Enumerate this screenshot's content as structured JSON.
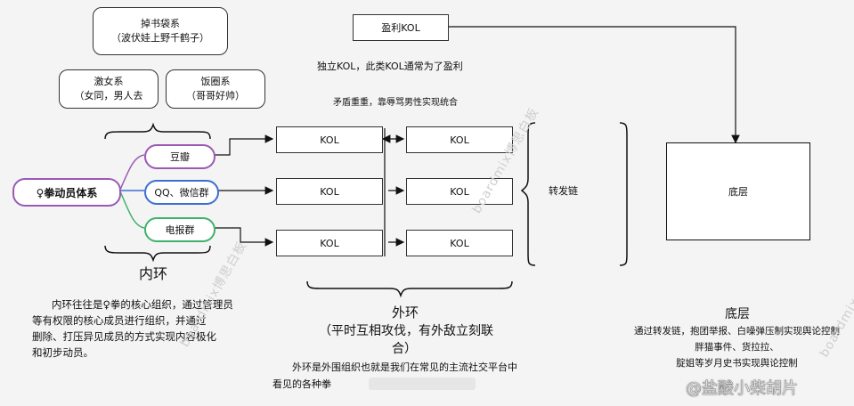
{
  "top_groups": {
    "group1": {
      "title": "掉书袋系",
      "sub": "（波伏娃上野千鹤子）"
    },
    "group2": {
      "title": "激女系",
      "sub": "（女同，男人去"
    },
    "group3": {
      "title": "饭圈系",
      "sub": "（哥哥好帅）"
    }
  },
  "profit_kol": "盈利KOL",
  "independent_note": "独立KOL，此类KOL通常为了盈利",
  "conflict_note": "矛盾重重，靠辱骂男性实现统合",
  "main_node": "♀拳动员体系",
  "channels": [
    "豆瓣",
    "QQ、微信群",
    "电报群"
  ],
  "kol_label": "KOL",
  "relay_label": "转发链",
  "bottom_box": "底层",
  "inner_ring": {
    "title": "内环",
    "desc": [
      "内环往往是♀拳的核心组织，通过管理员",
      "等有权限的核心成员进行组织，并通过",
      "删除、打压异见成员的方式实现内容极化",
      "和初步动员。"
    ]
  },
  "outer_ring": {
    "title": "外环",
    "sub": [
      "（平时互相攻伐，有外敌立刻联",
      "合）"
    ],
    "desc": [
      "外环是外围组织也就是我们在常见的主流社交平台中",
      "看见的各种拳"
    ]
  },
  "bottom_layer": {
    "title": "底层",
    "desc": [
      "通过转发链，抱团举报、白噪弹压制实现舆论控制",
      "胖猫事件、货拉拉、",
      "腚姐等岁月史书实现舆论控制"
    ]
  },
  "watermarks": [
    "boardmix博思白板",
    "boardmix博思白板",
    "boardmix"
  ],
  "footer_brand": "@盐酸小柴胡片",
  "colors": {
    "purple": "#9b59b6",
    "blue": "#3b6fd1",
    "green": "#3fb26b"
  }
}
